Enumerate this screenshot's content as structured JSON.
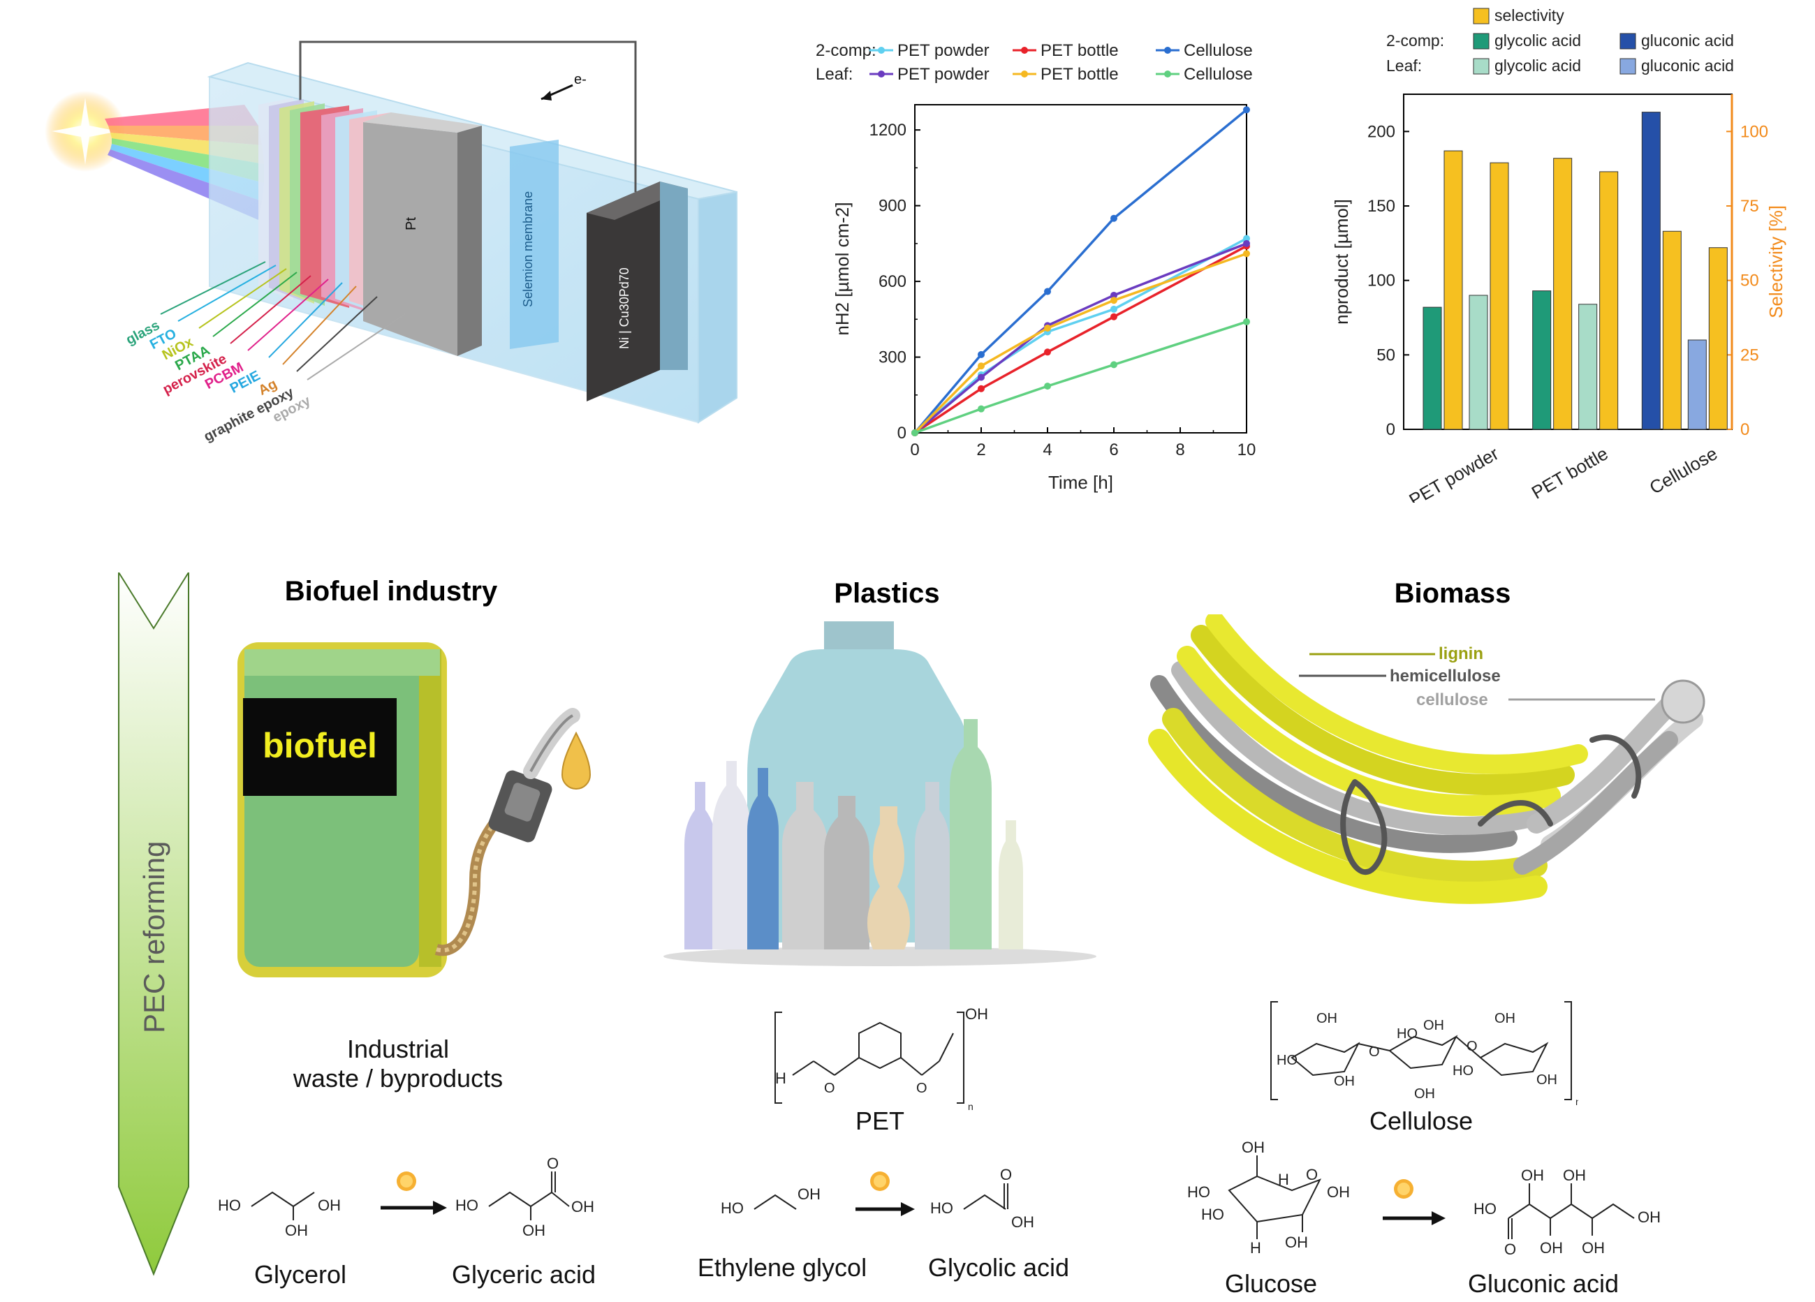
{
  "device": {
    "layers": [
      "glass",
      "FTO",
      "NiOx",
      "PTAA",
      "perovskite",
      "PCBM",
      "PEIE",
      "Ag",
      "graphite epoxy",
      "epoxy"
    ],
    "layer_colors": [
      "#2aa37a",
      "#26b0e0",
      "#b6c31d",
      "#2aa84a",
      "#d4204a",
      "#e0208a",
      "#26a8e0",
      "#d4822a",
      "#444444",
      "#aaaaaa"
    ],
    "cathode_label": "Pt",
    "membrane_label": "Selemion membrane",
    "anode_label": "Ni | Cu30Pd70",
    "electron_label": "e-"
  },
  "chart_data": [
    {
      "type": "line",
      "xlabel": "Time [h]",
      "ylabel": "nH2 [µmol cm-2]",
      "xlim": [
        0,
        10
      ],
      "ylim": [
        0,
        1300
      ],
      "xticks": [
        0,
        2,
        4,
        6,
        8,
        10
      ],
      "yticks": [
        0,
        300,
        600,
        900,
        1200
      ],
      "legend_rows": [
        "2-comp:",
        "Leaf:"
      ],
      "x": [
        0,
        2,
        4,
        6,
        10
      ],
      "series": [
        {
          "name": "PET powder",
          "group": "2-comp",
          "color": "#5fd0f0",
          "values": [
            0,
            230,
            400,
            490,
            770
          ]
        },
        {
          "name": "PET bottle",
          "group": "2-comp",
          "color": "#e8222a",
          "values": [
            0,
            175,
            320,
            460,
            740
          ]
        },
        {
          "name": "Cellulose",
          "group": "2-comp",
          "color": "#2a6ed0",
          "values": [
            0,
            310,
            560,
            850,
            1280
          ]
        },
        {
          "name": "PET powder",
          "group": "Leaf",
          "color": "#6a3bc0",
          "values": [
            0,
            220,
            425,
            545,
            750
          ]
        },
        {
          "name": "PET bottle",
          "group": "Leaf",
          "color": "#f5b820",
          "values": [
            0,
            265,
            415,
            525,
            710
          ]
        },
        {
          "name": "Cellulose",
          "group": "Leaf",
          "color": "#5fd080",
          "values": [
            0,
            95,
            185,
            270,
            440
          ]
        }
      ]
    },
    {
      "type": "bar",
      "ylabel": "nproduct [µmol]",
      "ylabel_right": "Selectivity [%]",
      "ylim": [
        0,
        225
      ],
      "ylim_right": [
        0,
        112.5
      ],
      "yticks": [
        0,
        50,
        100,
        150,
        200
      ],
      "yticks_right": [
        0,
        25,
        50,
        75,
        100
      ],
      "categories": [
        "PET powder",
        "PET bottle",
        "Cellulose"
      ],
      "legend_rows": [
        "2-comp:",
        "Leaf:"
      ],
      "legend": [
        {
          "name": "selectivity",
          "color": "#f6c020"
        },
        {
          "name": "glycolic acid",
          "group": "2-comp",
          "color": "#1f9a78"
        },
        {
          "name": "glycolic acid",
          "group": "Leaf",
          "color": "#a8dcc8"
        },
        {
          "name": "gluconic acid",
          "group": "2-comp",
          "color": "#2550a8"
        },
        {
          "name": "gluconic acid",
          "group": "Leaf",
          "color": "#88a8e0"
        }
      ],
      "series": [
        {
          "name": "2-comp product",
          "values": [
            82,
            93,
            213
          ]
        },
        {
          "name": "2-comp selectivity",
          "values": [
            93.5,
            91,
            66.5
          ]
        },
        {
          "name": "Leaf product",
          "values": [
            90,
            84,
            60
          ]
        },
        {
          "name": "Leaf selectivity",
          "values": [
            89.5,
            86.5,
            61
          ]
        }
      ]
    }
  ],
  "arrow_label": "PEC reforming",
  "columns": [
    {
      "title": "Biofuel industry",
      "pump_label": "biofuel",
      "caption_line1": "Industrial",
      "caption_line2": "waste / byproducts",
      "reactant": "Glycerol",
      "product": "Glyceric acid"
    },
    {
      "title": "Plastics",
      "polymer": "PET",
      "reactant": "Ethylene glycol",
      "product": "Glycolic acid"
    },
    {
      "title": "Biomass",
      "fiber_labels": [
        "lignin",
        "hemicellulose",
        "cellulose"
      ],
      "fiber_label_colors": [
        "#9aa011",
        "#555555",
        "#a0a0a0"
      ],
      "polymer": "Cellulose",
      "reactant": "Glucose",
      "product": "Gluconic acid"
    }
  ],
  "chem_labels": {
    "ho": "HO",
    "oh": "OH",
    "h": "H",
    "o": "O",
    "n": "n"
  }
}
